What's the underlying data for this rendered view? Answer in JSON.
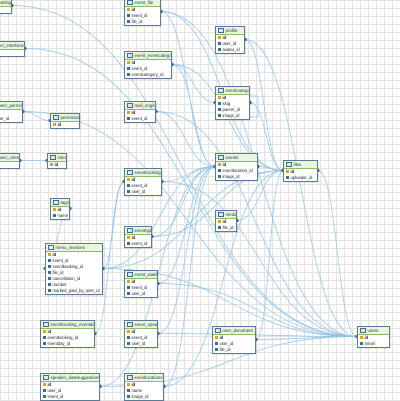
{
  "entities": [
    {
      "id": "e1",
      "name": "event_file",
      "fields": [
        "id",
        "event_id",
        "file_id"
      ]
    },
    {
      "id": "e2",
      "name": "profile",
      "fields": [
        "id",
        "user_id",
        "avatar_id"
      ]
    },
    {
      "id": "e3",
      "name": "event_eventcategory",
      "fields": [
        "id",
        "event_id",
        "eventcategory_id"
      ]
    },
    {
      "id": "e4",
      "name": "eventcategories",
      "fields": [
        "id",
        "slug",
        "parent_id",
        "image_id"
      ]
    },
    {
      "id": "e5",
      "name": "mail_english",
      "fields": [
        "id",
        "event_id"
      ]
    },
    {
      "id": "e6",
      "name": "permissions",
      "fields": [
        "id"
      ]
    },
    {
      "id": "e7",
      "name": "roles",
      "fields": [
        "id"
      ]
    },
    {
      "id": "e8",
      "name": "eventbookings",
      "fields": [
        "id",
        "event_id",
        "user_id"
      ]
    },
    {
      "id": "e9",
      "name": "events",
      "fields": [
        "id",
        "eventlocation_id",
        "image_id"
      ]
    },
    {
      "id": "e10",
      "name": "files",
      "fields": [
        "id",
        "uploader_id"
      ]
    },
    {
      "id": "e11",
      "name": "tags",
      "fields": [
        "id",
        "name"
      ]
    },
    {
      "id": "e12",
      "name": "media",
      "fields": [
        "id",
        "file_id"
      ]
    },
    {
      "id": "e13",
      "name": "eventtype",
      "fields": [
        "id",
        "event_id"
      ]
    },
    {
      "id": "e14",
      "name": "menu_invoices",
      "fields": [
        "id",
        "event_id",
        "eventbooking_id",
        "file_id",
        "cancellation_id",
        "number",
        "marked_paid_by_user_id"
      ]
    },
    {
      "id": "e15",
      "name": "event_waitlist",
      "fields": [
        "id",
        "event_id",
        "user_id"
      ]
    },
    {
      "id": "e16",
      "name": "eventbooking_eventday",
      "fields": [
        "id",
        "eventbooking_id",
        "eventday_id"
      ]
    },
    {
      "id": "e17",
      "name": "event_speaker",
      "fields": [
        "id",
        "event_id",
        "user_id"
      ]
    },
    {
      "id": "e18",
      "name": "user_document",
      "fields": [
        "id",
        "user_id",
        "file_id"
      ]
    },
    {
      "id": "e19",
      "name": "users",
      "fields": [
        "id",
        "email"
      ]
    },
    {
      "id": "e20",
      "name": "speaker_datesuggestions",
      "fields": [
        "id",
        "user_id",
        "event_id"
      ]
    },
    {
      "id": "e21",
      "name": "eventlocations",
      "fields": [
        "id",
        "name",
        "image_id"
      ]
    },
    {
      "id": "e22",
      "name": "settings",
      "fields": [
        "id"
      ]
    },
    {
      "id": "e23",
      "name": "user_interfaces",
      "fields": [
        "id"
      ]
    },
    {
      "id": "e24",
      "name": "user_permissions",
      "fields": [
        "id",
        "user_id"
      ]
    },
    {
      "id": "e25",
      "name": "user_roles",
      "fields": [
        "id"
      ]
    }
  ]
}
